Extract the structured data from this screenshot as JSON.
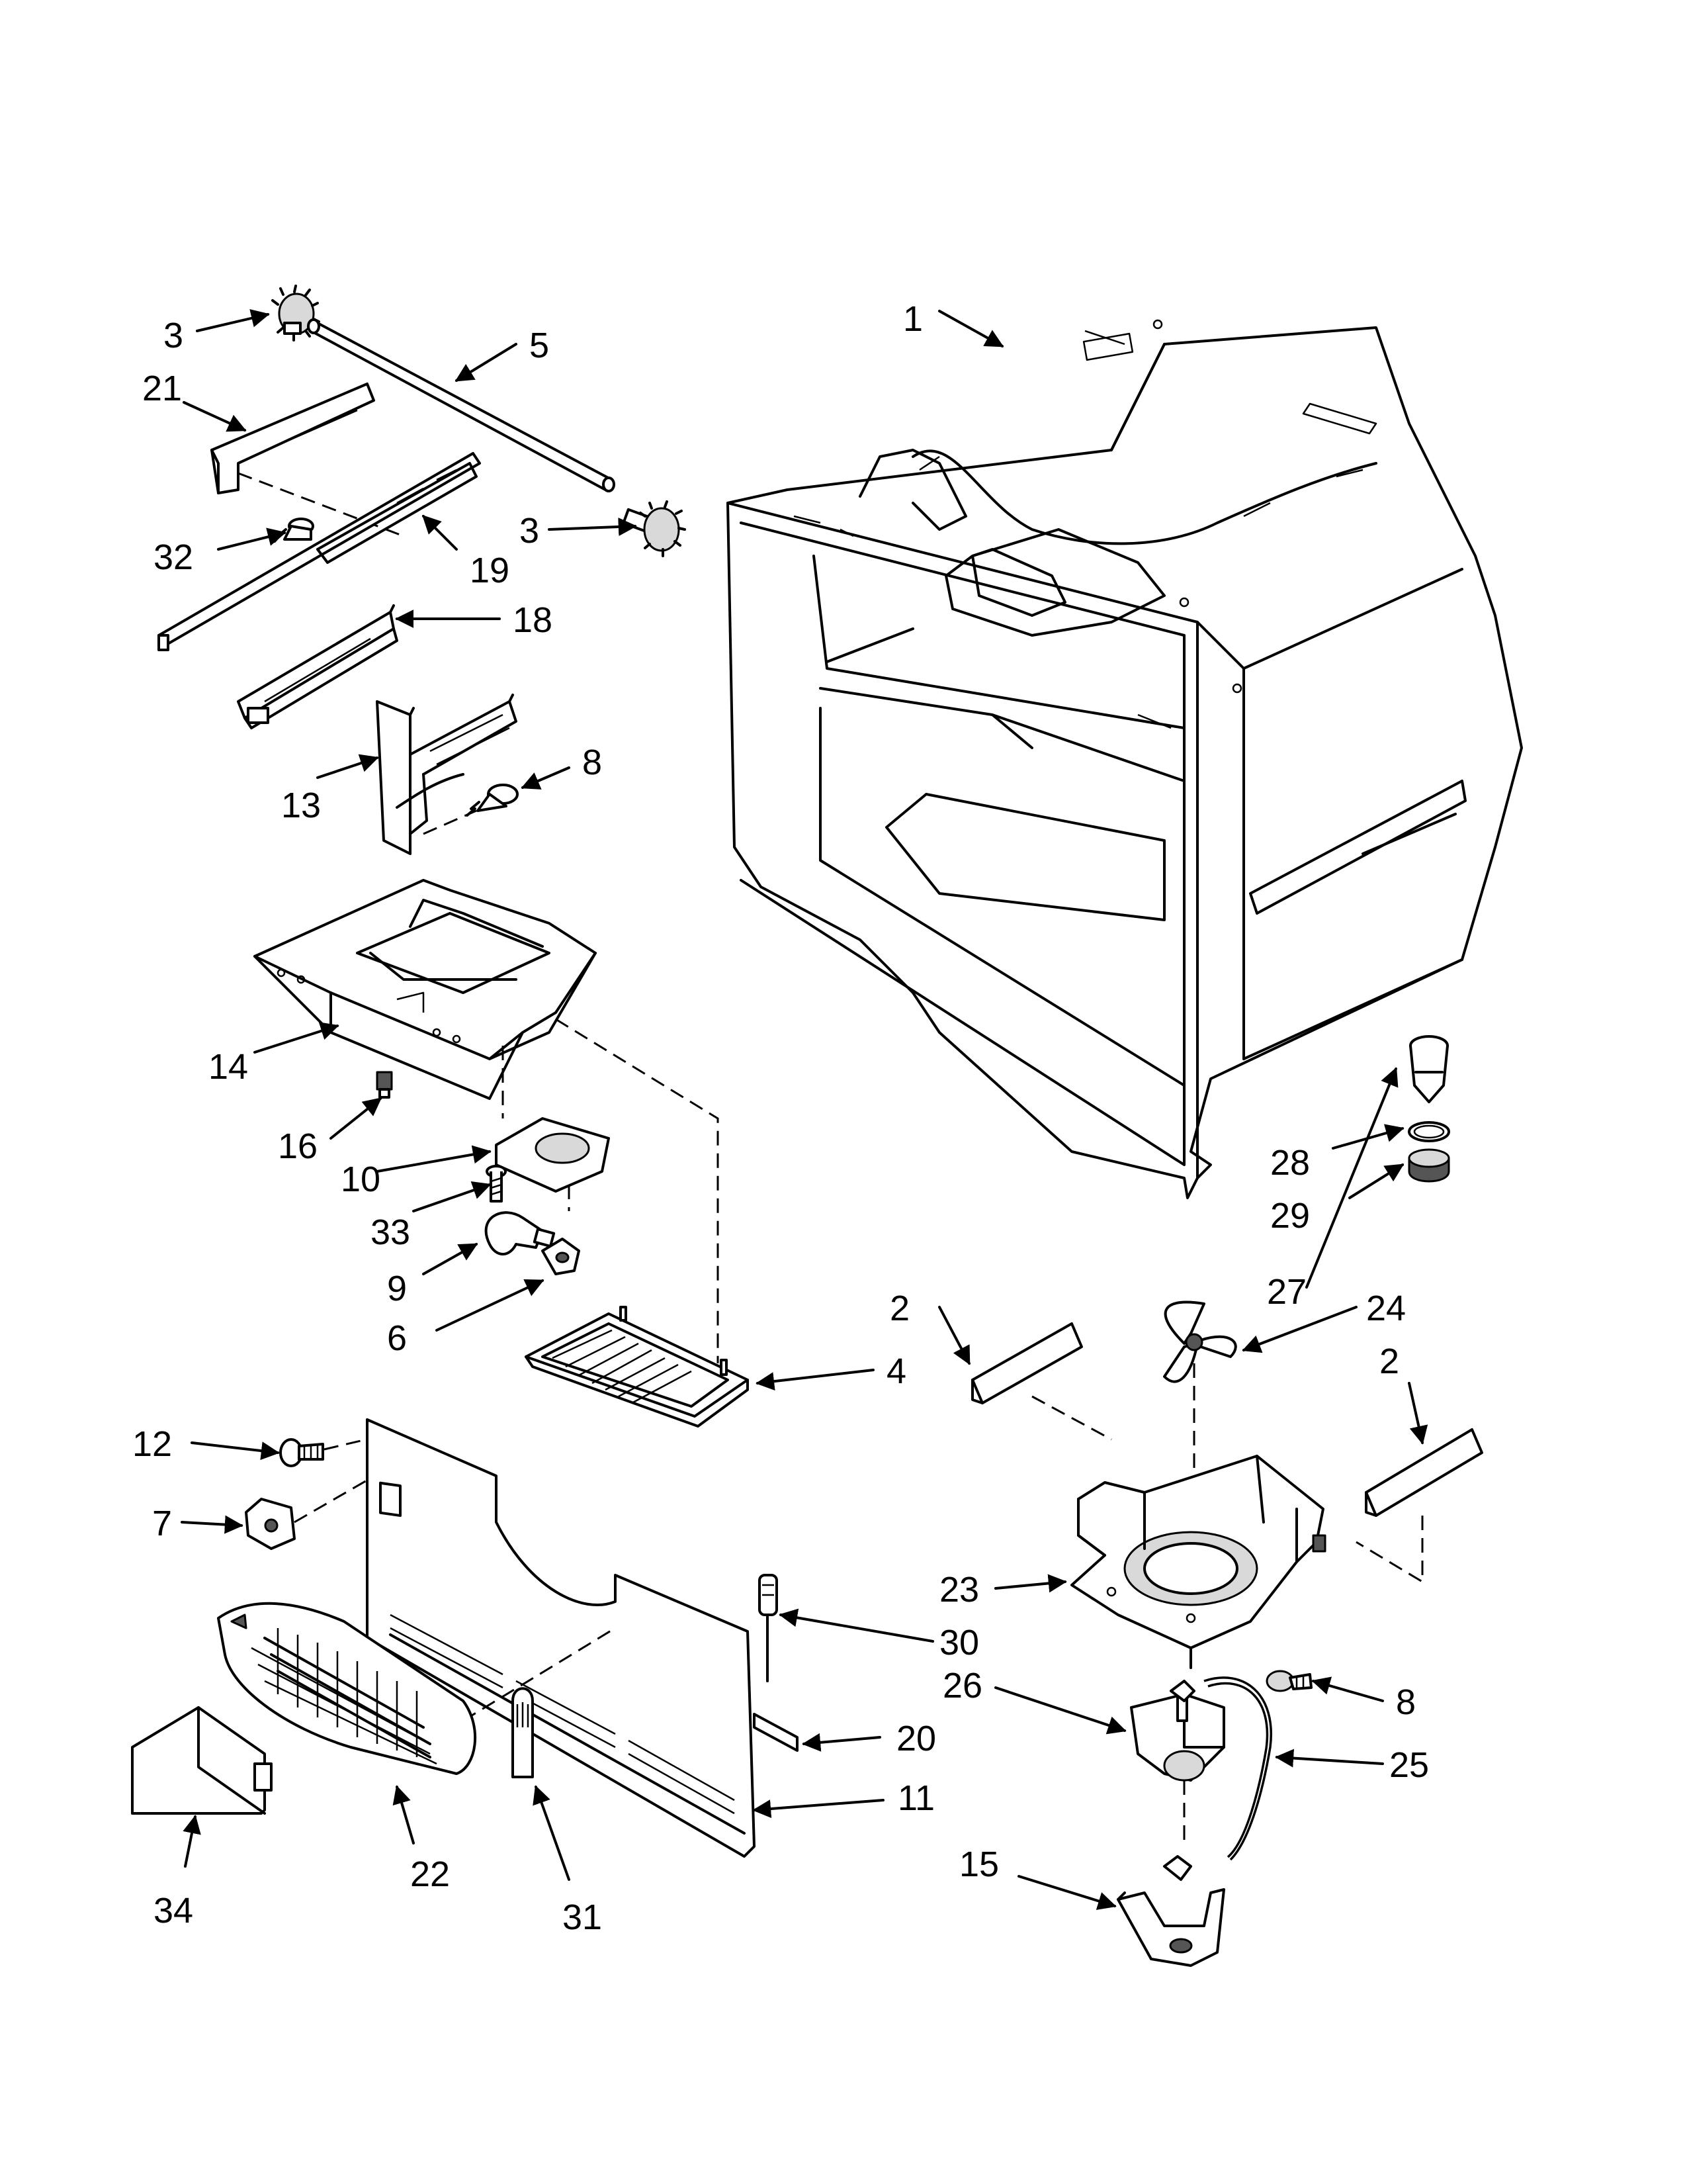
{
  "callouts": [
    {
      "id": "c1",
      "label": "1"
    },
    {
      "id": "c2a",
      "label": "2"
    },
    {
      "id": "c2b",
      "label": "2"
    },
    {
      "id": "c3a",
      "label": "3"
    },
    {
      "id": "c3b",
      "label": "3"
    },
    {
      "id": "c4",
      "label": "4"
    },
    {
      "id": "c5",
      "label": "5"
    },
    {
      "id": "c6",
      "label": "6"
    },
    {
      "id": "c7",
      "label": "7"
    },
    {
      "id": "c8a",
      "label": "8"
    },
    {
      "id": "c8b",
      "label": "8"
    },
    {
      "id": "c9",
      "label": "9"
    },
    {
      "id": "c10",
      "label": "10"
    },
    {
      "id": "c11",
      "label": "11"
    },
    {
      "id": "c12",
      "label": "12"
    },
    {
      "id": "c13",
      "label": "13"
    },
    {
      "id": "c14",
      "label": "14"
    },
    {
      "id": "c15",
      "label": "15"
    },
    {
      "id": "c16",
      "label": "16"
    },
    {
      "id": "c18",
      "label": "18"
    },
    {
      "id": "c19",
      "label": "19"
    },
    {
      "id": "c20",
      "label": "20"
    },
    {
      "id": "c21",
      "label": "21"
    },
    {
      "id": "c22",
      "label": "22"
    },
    {
      "id": "c23",
      "label": "23"
    },
    {
      "id": "c24",
      "label": "24"
    },
    {
      "id": "c25",
      "label": "25"
    },
    {
      "id": "c26",
      "label": "26"
    },
    {
      "id": "c27",
      "label": "27"
    },
    {
      "id": "c28",
      "label": "28"
    },
    {
      "id": "c29",
      "label": "29"
    },
    {
      "id": "c30",
      "label": "30"
    },
    {
      "id": "c31",
      "label": "31"
    },
    {
      "id": "c32",
      "label": "32"
    },
    {
      "id": "c33",
      "label": "33"
    },
    {
      "id": "c34",
      "label": "34"
    }
  ]
}
